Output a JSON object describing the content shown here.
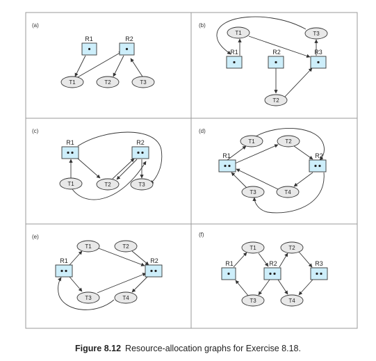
{
  "colors": {
    "border": "#9a9a9a",
    "node_fill_resource": "#cdeefa",
    "node_fill_thread": "#e8e8e8",
    "stroke": "#333333"
  },
  "panels": {
    "a": {
      "label": "(a)",
      "r1": "R1",
      "r2": "R2",
      "t1": "T1",
      "t2": "T2",
      "t3": "T3"
    },
    "b": {
      "label": "(b)",
      "r1": "R1",
      "r2": "R2",
      "r3": "R3",
      "t1": "T1",
      "t2": "T2",
      "t3": "T3"
    },
    "c": {
      "label": "(c)",
      "r1": "R1",
      "r2": "R2",
      "t1": "T1",
      "t2": "T2",
      "t3": "T3"
    },
    "d": {
      "label": "(d)",
      "r1": "R1",
      "r2": "R2",
      "t1": "T1",
      "t2": "T2",
      "t3": "T3",
      "t4": "T4"
    },
    "e": {
      "label": "(e)",
      "r1": "R1",
      "r2": "R2",
      "t1": "T1",
      "t2": "T2",
      "t3": "T3",
      "t4": "T4"
    },
    "f": {
      "label": "(f)",
      "r1": "R1",
      "r2": "R2",
      "r3": "R3",
      "t1": "T1",
      "t2": "T2",
      "t3": "T3",
      "t4": "T4"
    }
  },
  "caption": {
    "label": "Figure 8.12",
    "text": "Resource-allocation graphs for Exercise 8.18."
  }
}
